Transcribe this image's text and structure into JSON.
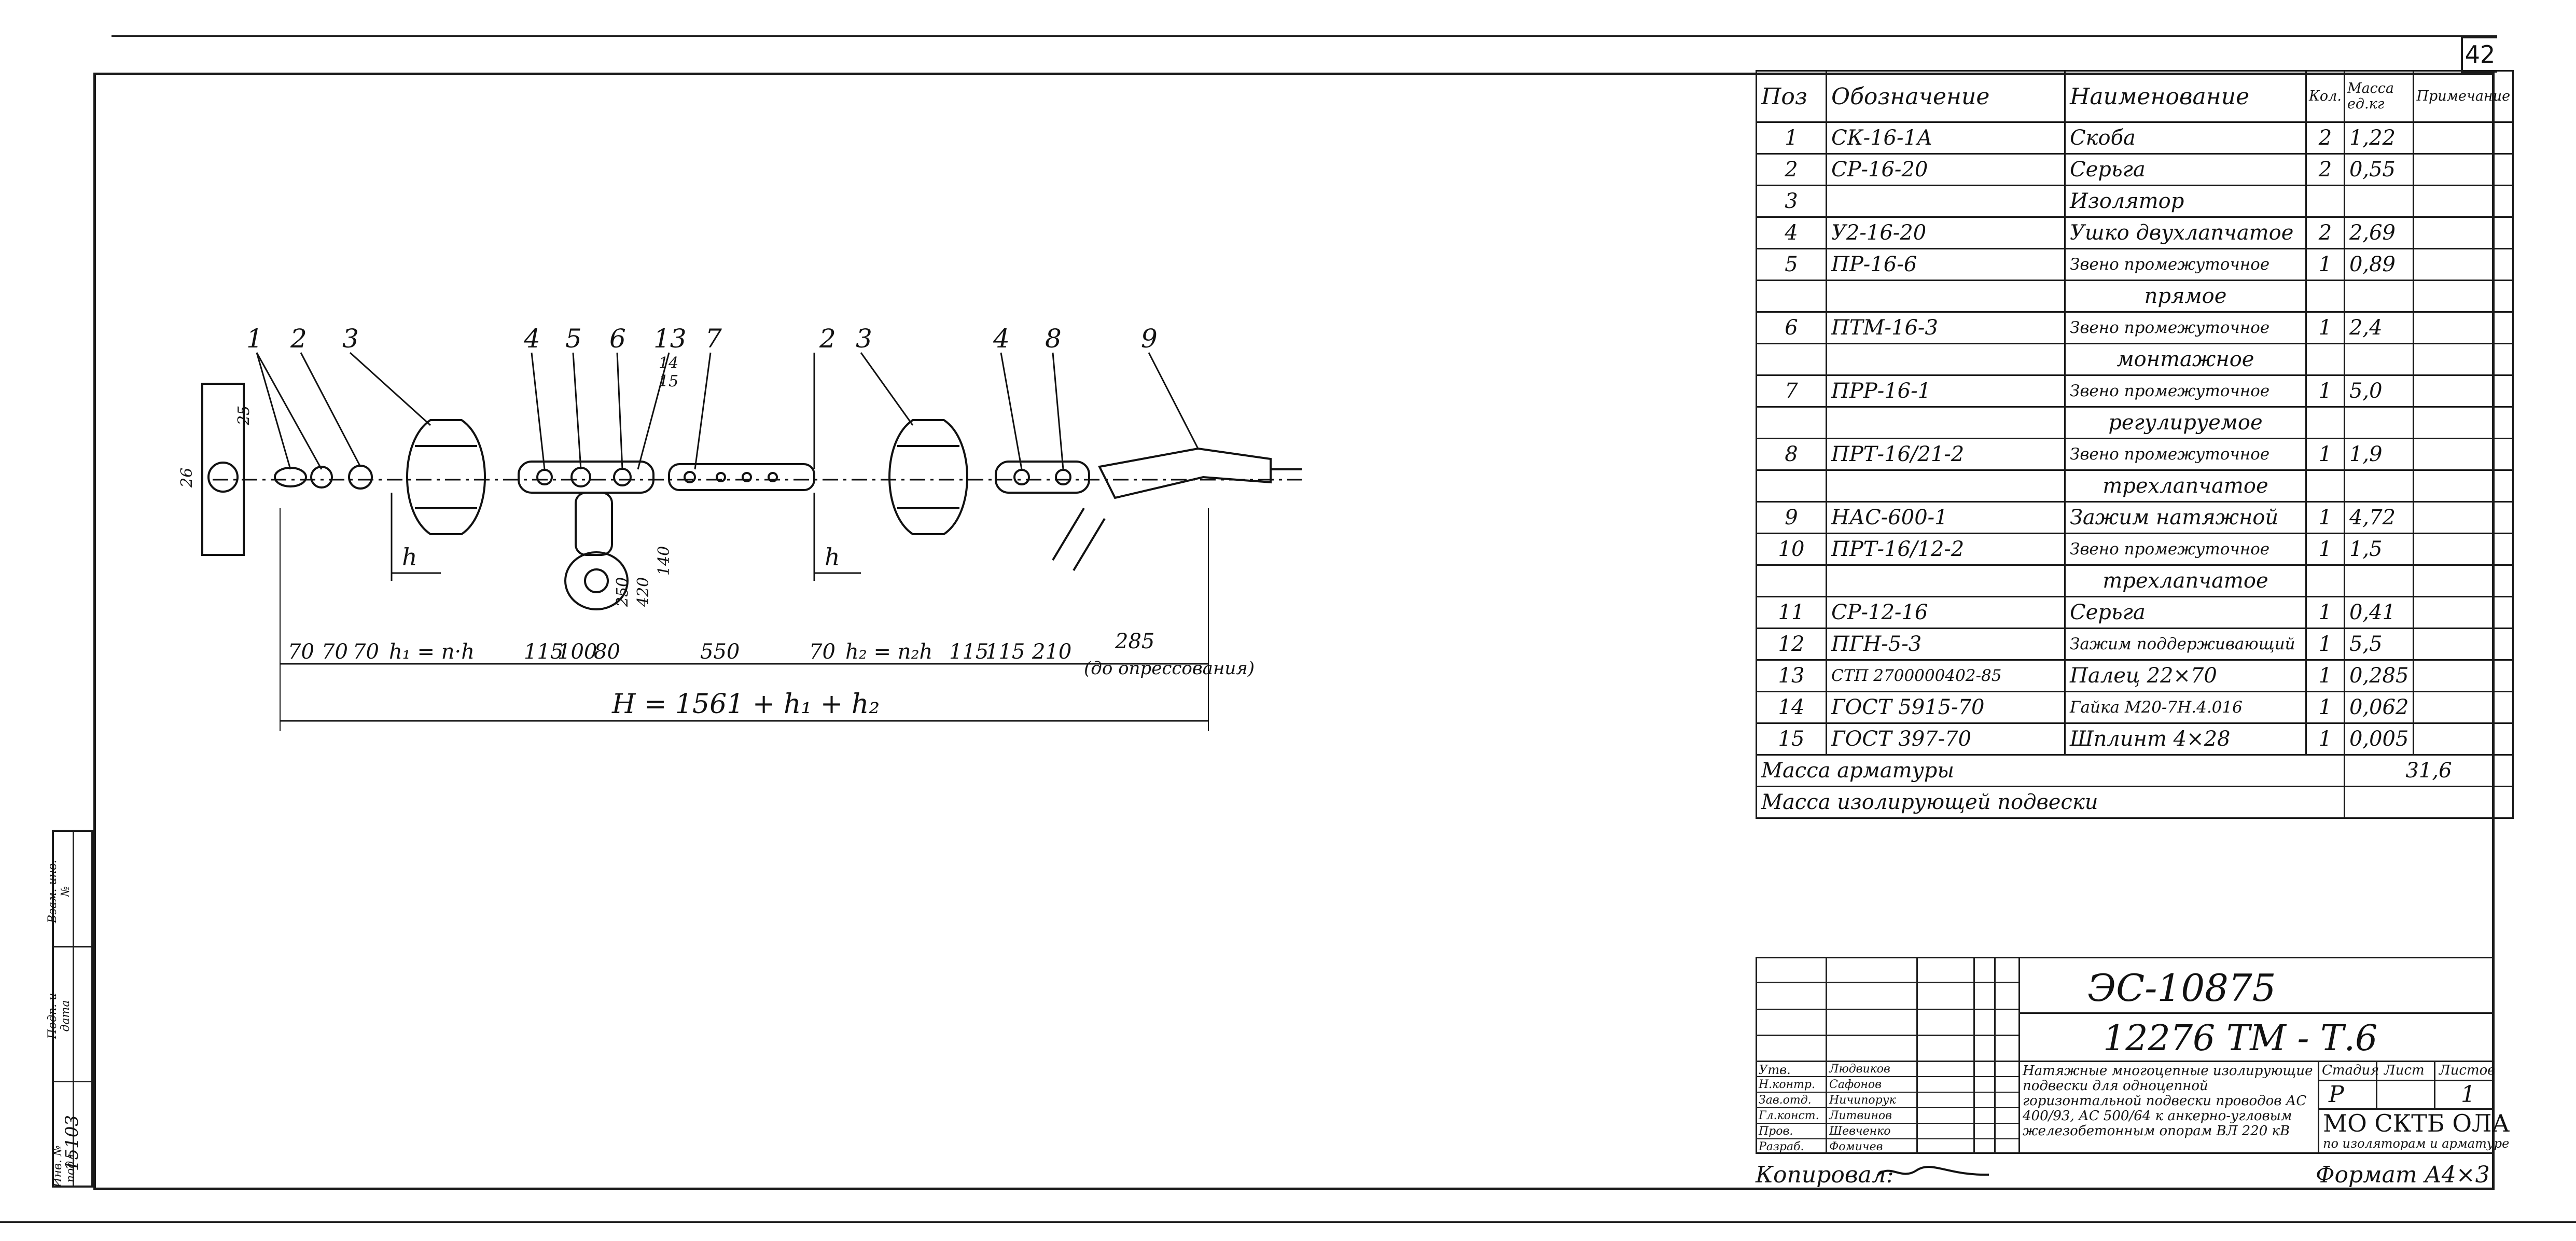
{
  "sheet_number": "42",
  "spec": {
    "headers": {
      "pos": "Поз",
      "designation": "Обозначение",
      "name": "Наименование",
      "qty": "Кол.",
      "mass": "Масса ед.кг",
      "note": "Примечание"
    },
    "rows": [
      {
        "pos": "1",
        "designation": "СК-16-1А",
        "name": "Скоба",
        "qty": "2",
        "mass": "1,22"
      },
      {
        "pos": "2",
        "designation": "СР-16-20",
        "name": "Серьга",
        "qty": "2",
        "mass": "0,55"
      },
      {
        "pos": "3",
        "designation": "",
        "name": "Изолятор",
        "qty": "",
        "mass": ""
      },
      {
        "pos": "4",
        "designation": "У2-16-20",
        "name": "Ушко двухлапчатое",
        "qty": "2",
        "mass": "2,69"
      },
      {
        "pos": "5",
        "designation": "ПР-16-6",
        "name": "Звено промежуточное",
        "qty": "1",
        "mass": "0,89"
      },
      {
        "pos": "",
        "designation": "",
        "name": "прямое",
        "qty": "",
        "mass": ""
      },
      {
        "pos": "6",
        "designation": "ПТМ-16-3",
        "name": "Звено промежуточное",
        "qty": "1",
        "mass": "2,4"
      },
      {
        "pos": "",
        "designation": "",
        "name": "монтажное",
        "qty": "",
        "mass": ""
      },
      {
        "pos": "7",
        "designation": "ПРР-16-1",
        "name": "Звено промежуточное",
        "qty": "1",
        "mass": "5,0"
      },
      {
        "pos": "",
        "designation": "",
        "name": "регулируемое",
        "qty": "",
        "mass": ""
      },
      {
        "pos": "8",
        "designation": "ПРТ-16/21-2",
        "name": "Звено промежуточное",
        "qty": "1",
        "mass": "1,9"
      },
      {
        "pos": "",
        "designation": "",
        "name": "трехлапчатое",
        "qty": "",
        "mass": ""
      },
      {
        "pos": "9",
        "designation": "НАС-600-1",
        "name": "Зажим натяжной",
        "qty": "1",
        "mass": "4,72"
      },
      {
        "pos": "10",
        "designation": "ПРТ-16/12-2",
        "name": "Звено промежуточное",
        "qty": "1",
        "mass": "1,5"
      },
      {
        "pos": "",
        "designation": "",
        "name": "трехлапчатое",
        "qty": "",
        "mass": ""
      },
      {
        "pos": "11",
        "designation": "СР-12-16",
        "name": "Серьга",
        "qty": "1",
        "mass": "0,41"
      },
      {
        "pos": "12",
        "designation": "ПГН-5-3",
        "name": "Зажим поддерживающий",
        "qty": "1",
        "mass": "5,5"
      },
      {
        "pos": "13",
        "designation": "СТП 2700000402-85",
        "name": "Палец 22×70",
        "qty": "1",
        "mass": "0,285"
      },
      {
        "pos": "14",
        "designation": "ГОСТ 5915-70",
        "name": "Гайка М20-7Н.4.016",
        "qty": "1",
        "mass": "0,062"
      },
      {
        "pos": "15",
        "designation": "ГОСТ 397-70",
        "name": "Шплинт 4×28",
        "qty": "1",
        "mass": "0,005"
      }
    ],
    "total_fittings_label": "Масса арматуры",
    "total_fittings_value": "31,6",
    "total_suspension_label": "Масса изолирующей подвески"
  },
  "title_block": {
    "doc_code": "ЭС-10875",
    "project_code": "12276 ТМ - Т.6",
    "description": "Натяжные многоцепные изолирующие подвески для одноцепной горизонтальной подвески проводов АС 400/93, АС 500/64 к анкерно-угловым железобетонным опорам ВЛ 220 кВ",
    "stage_label": "Стадия",
    "sheet_label": "Лист",
    "sheets_label": "Листов",
    "stage": "Р",
    "sheets": "1",
    "org": "МО СКТБ ОЛА",
    "org_sub": "по изоляторам и арматуре",
    "roles": [
      "Утв.",
      "Н.контр.",
      "Зав.отд.",
      "Гл.конст.",
      "Пров.",
      "Разраб."
    ],
    "names": [
      "Людвиков",
      "Сафонов",
      "Ничипорук",
      "Литвинов",
      "Шевченко",
      "Фомичев"
    ],
    "copied_label": "Копировал:",
    "format_label": "Формат А4×3"
  },
  "drawing": {
    "callouts": [
      "1",
      "2",
      "3",
      "4",
      "5",
      "6",
      "13",
      "7",
      "2",
      "3",
      "4",
      "8",
      "9"
    ],
    "callout_stack": [
      "14",
      "15"
    ],
    "dims": [
      "70",
      "70",
      "70",
      "h₁ = n·h",
      "115",
      "100",
      "80",
      "550",
      "70",
      "h₂ = n₂h",
      "115",
      "115",
      "210",
      "285"
    ],
    "h_label": "h",
    "total_dim": "H = 1561 + h₁ + h₂",
    "note_crimp": "(до опрессования)",
    "d26": "26",
    "d25": "25",
    "vertical_dims": [
      "250",
      "420",
      "140"
    ]
  },
  "left_stamp": {
    "inv_label": "Инв. № подл.",
    "inv_value": "15103",
    "sign_label": "Подп. и дата",
    "repl_label": "Взам. инв. №"
  }
}
